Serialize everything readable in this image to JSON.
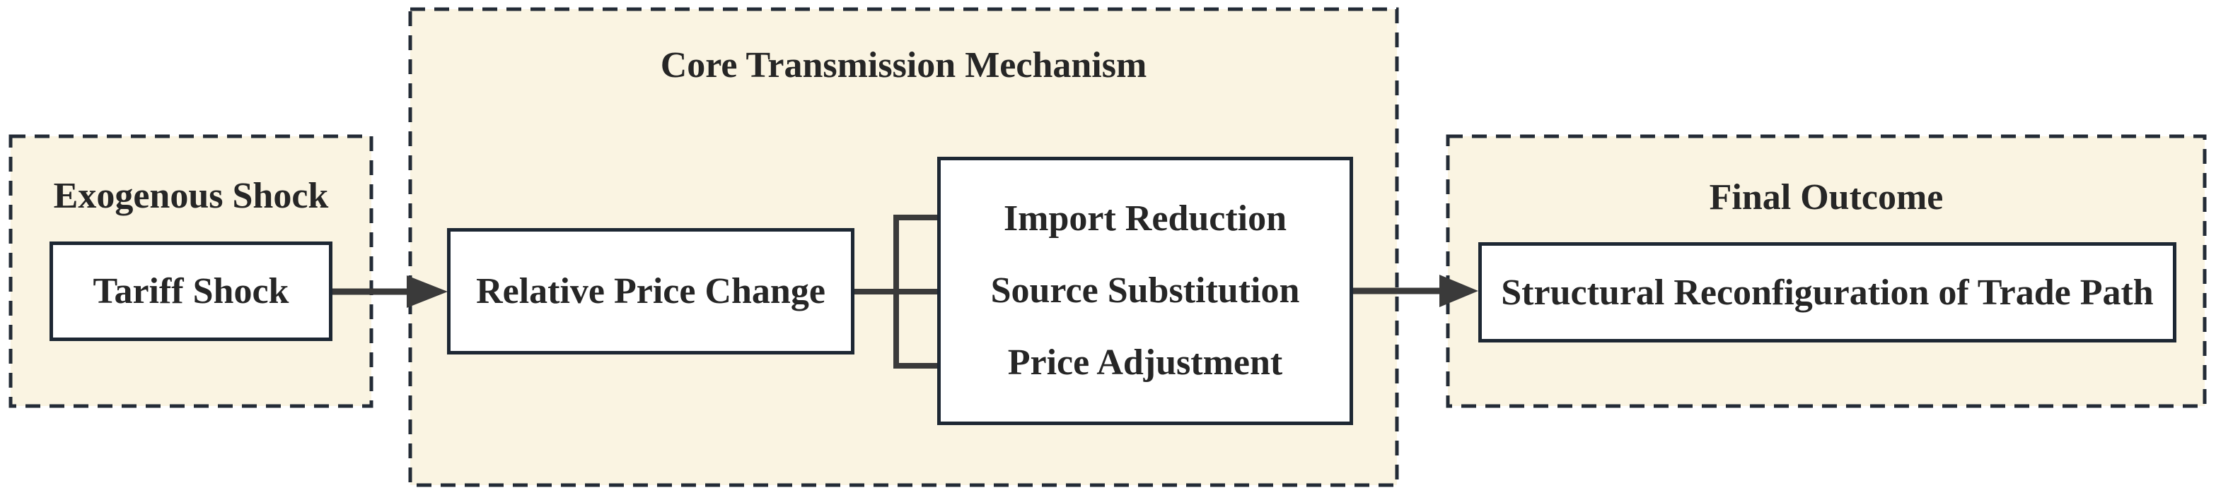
{
  "colors": {
    "background": "#ffffff",
    "panel_fill": "#faf4e2",
    "panel_border": "#232b36",
    "node_fill": "#ffffff",
    "node_border": "#1d2733",
    "connector": "#3a3a3a",
    "text": "#262626"
  },
  "groups": {
    "exogenous": {
      "title": "Exogenous Shock",
      "node": "Tariff Shock"
    },
    "core": {
      "title": "Core Transmission Mechanism",
      "node": "Relative Price Change",
      "mechanisms": [
        "Import Reduction",
        "Source Substitution",
        "Price Adjustment"
      ]
    },
    "final": {
      "title": "Final Outcome",
      "node": "Structural Reconfiguration of Trade Path"
    }
  }
}
